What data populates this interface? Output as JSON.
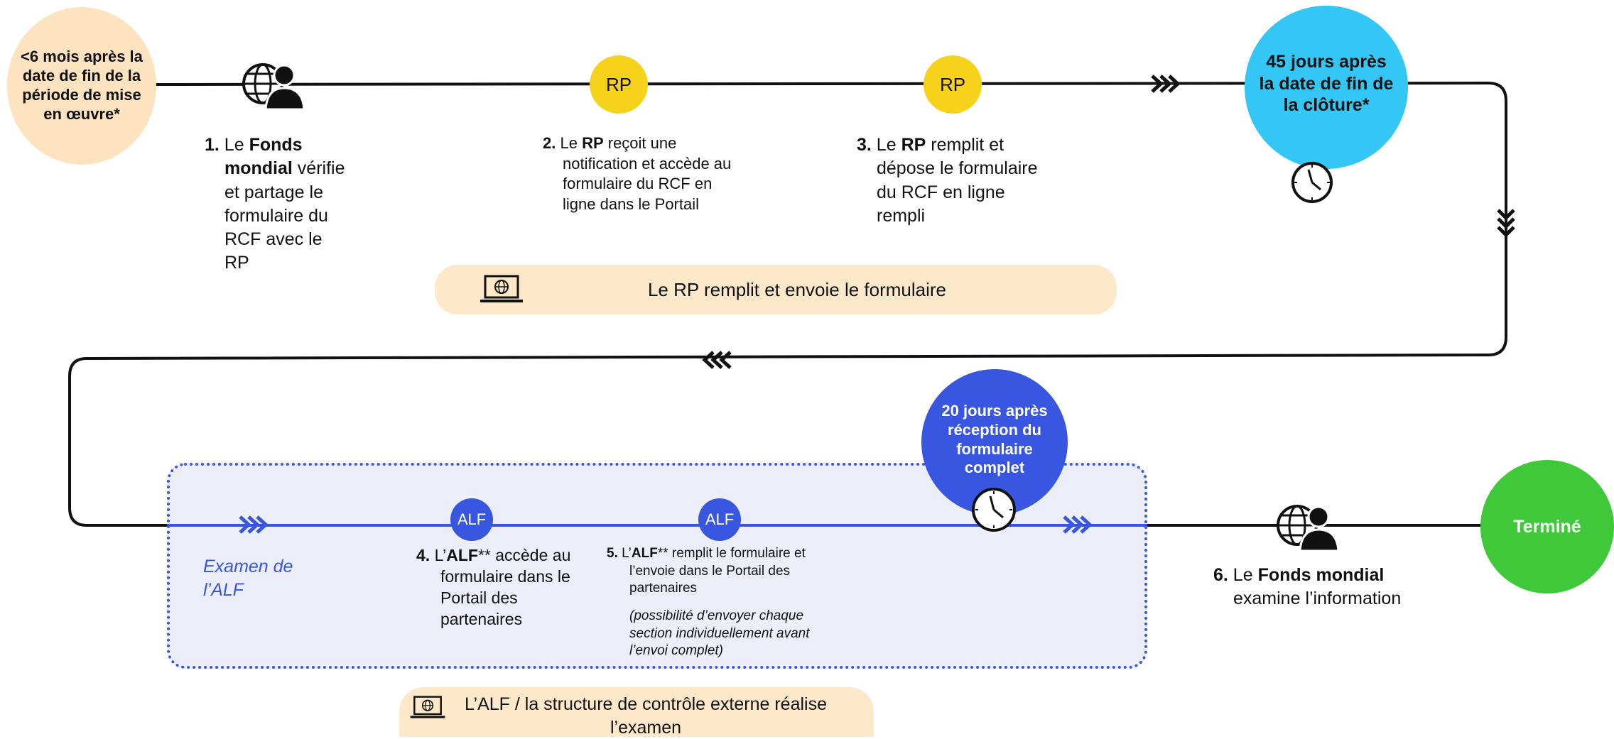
{
  "colors": {
    "orange_light": "#fde3c0",
    "yellow": "#f7d21a",
    "cyan": "#34c6f4",
    "blue": "#3856e0",
    "green": "#3fc83a",
    "pill": "#fde9c9",
    "review_bg": "#eceefa"
  },
  "milestones": {
    "start": "<6 mois après la date de fin de la période de mise en œuvre*",
    "closing": "45 jours après la date de fin de la clôture*",
    "review": "20 jours après réception du formulaire complet",
    "end": "Terminé"
  },
  "roles": {
    "rp": "RP",
    "alf": "ALF"
  },
  "steps": {
    "s1": {
      "num": "1.",
      "pre": " Le ",
      "bold": "Fonds mondial",
      "post": " vérifie et partage le formulaire du RCF avec le RP"
    },
    "s2": {
      "num": "2.",
      "pre": " Le ",
      "bold": "RP",
      "post": " reçoit une notification et accède au formulaire du RCF en ligne dans le Portail"
    },
    "s3": {
      "num": "3.",
      "pre": " Le ",
      "bold": "RP",
      "post": " remplit et dépose le formulaire du RCF en ligne rempli"
    },
    "s4": {
      "num": "4.",
      "pre": " L’",
      "bold": "ALF",
      "post": "** accède au formulaire dans le Portail des partenaires"
    },
    "s5": {
      "num": "5.",
      "pre": " L’",
      "bold": "ALF",
      "post": "** remplit le formulaire et l’envoie dans le Portail des partenaires",
      "note": "(possibilité d’envoyer chaque section individuellement avant l’envoi complet)"
    },
    "s6": {
      "num": "6.",
      "pre": " Le ",
      "bold": "Fonds mondial",
      "post": " examine l’information"
    }
  },
  "banners": {
    "rp": "Le RP remplit et envoie le formulaire",
    "alf": "L’ALF / la structure de contrôle externe réalise l’examen"
  },
  "review_label": "Examen de l’ALF",
  "icons": [
    "globe-person-icon",
    "laptop-globe-icon",
    "clock-icon",
    "triple-chevron-icon"
  ]
}
